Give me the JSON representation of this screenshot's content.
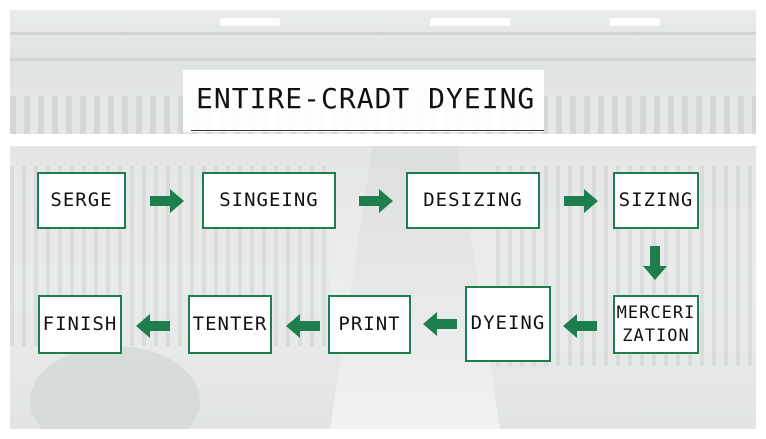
{
  "title": "ENTIRE-CRADT DYEING",
  "colors": {
    "box_border": "#1e7e4e",
    "arrow": "#1e7e4e",
    "text": "#111111"
  },
  "steps": [
    {
      "label": "SERGE"
    },
    {
      "label": "SINGEING"
    },
    {
      "label": "DESIZING"
    },
    {
      "label": "SIZING"
    },
    {
      "label": "MERCERI\nZATION"
    },
    {
      "label": "DYEING"
    },
    {
      "label": "PRINT"
    },
    {
      "label": "TENTER"
    },
    {
      "label": "FINISH"
    }
  ]
}
